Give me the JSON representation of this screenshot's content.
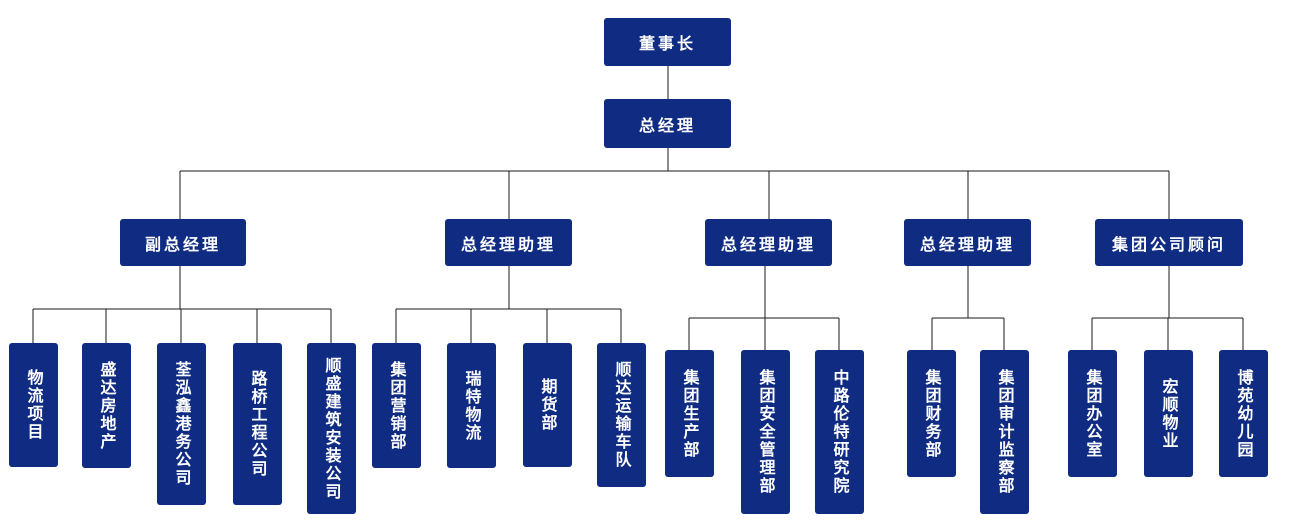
{
  "chairman": "董事长",
  "gm": "总经理",
  "branches": [
    {
      "label": "副总经理",
      "children": [
        "物流项目",
        "盛达房地产",
        "荃泓鑫港务公司",
        "路桥工程公司",
        "顺盛建筑安装公司"
      ]
    },
    {
      "label": "总经理助理",
      "children": [
        "集团营销部",
        "瑞特物流",
        "期货部",
        "顺达运输车队"
      ]
    },
    {
      "label": "总经理助理",
      "children": [
        "集团生产部",
        "集团安全管理部",
        "中路伦特研究院"
      ]
    },
    {
      "label": "总经理助理",
      "children": [
        "集团财务部",
        "集团审计监察部"
      ]
    },
    {
      "label": "集团公司顾问",
      "children": [
        "集团办公室",
        "宏顺物业",
        "博苑幼儿园"
      ]
    }
  ],
  "colors": {
    "box": "#0f2c82",
    "text": "#ffffff",
    "line": "#1a1a1a"
  }
}
